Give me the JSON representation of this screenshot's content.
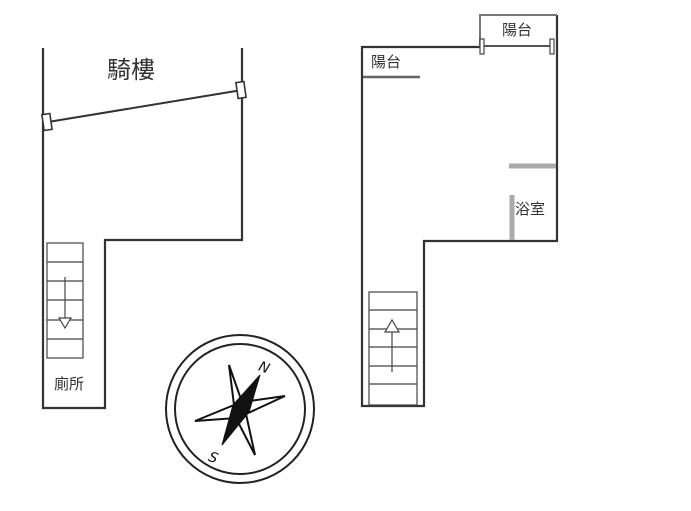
{
  "diagram": {
    "type": "floor-plan",
    "floors": [
      {
        "name": "ground-floor",
        "rooms": [
          {
            "id": "arcade",
            "label": "騎樓"
          },
          {
            "id": "toilet",
            "label": "廁所"
          }
        ],
        "stairs": {
          "direction": "down",
          "steps": 6
        }
      },
      {
        "name": "upper-floor",
        "rooms": [
          {
            "id": "balcony-top",
            "label": "陽台"
          },
          {
            "id": "balcony-left",
            "label": "陽台"
          },
          {
            "id": "bathroom",
            "label": "浴室"
          }
        ],
        "stairs": {
          "direction": "up",
          "steps": 6
        }
      }
    ],
    "compass": {
      "north_label": "N",
      "south_label": "S"
    },
    "colors": {
      "wall": "#333333",
      "partition": "#aaaaaa",
      "text": "#333333"
    }
  }
}
